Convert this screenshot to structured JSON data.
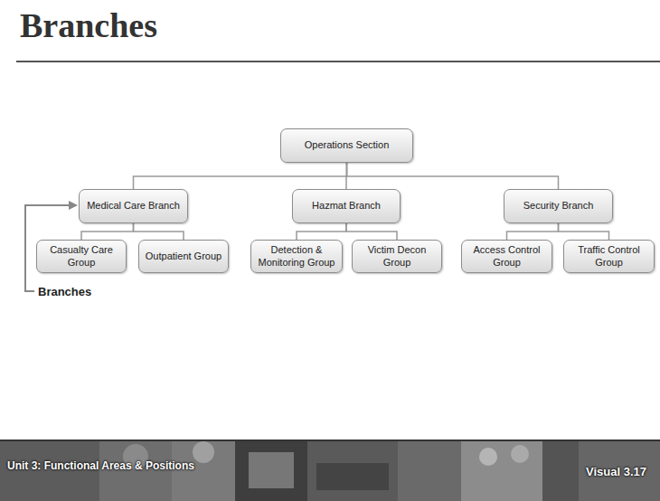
{
  "diagram": {
    "title": "Branches",
    "nodes": [
      {
        "text": [
          "Operations Section"
        ]
      },
      {
        "text": [
          "Medical Care Branch"
        ]
      },
      {
        "text": [
          "Hazmat Branch"
        ]
      },
      {
        "text": [
          "Security Branch"
        ]
      },
      {
        "text": [
          "Casualty Care Group"
        ]
      },
      {
        "text": [
          "Outpatient Group"
        ]
      },
      {
        "text": [
          "Detection & Monitoring Group"
        ]
      },
      {
        "text": [
          "Victim Decon Group"
        ]
      },
      {
        "text": [
          "Access Control Group"
        ]
      },
      {
        "text": [
          "Traffic Control Group"
        ]
      }
    ],
    "edges": [
      {
        "from": 0,
        "to": 1,
        "arrow": "none"
      },
      {
        "from": 0,
        "to": 2,
        "arrow": "none"
      },
      {
        "from": 0,
        "to": 3,
        "arrow": "none"
      },
      {
        "from": 1,
        "to": 4,
        "arrow": "none"
      },
      {
        "from": 1,
        "to": 5,
        "arrow": "none"
      },
      {
        "from": 2,
        "to": 6,
        "arrow": "none"
      },
      {
        "from": 2,
        "to": 7,
        "arrow": "none"
      },
      {
        "from": 3,
        "to": 8,
        "arrow": "none"
      },
      {
        "from": 3,
        "to": 9,
        "arrow": "none"
      }
    ],
    "labels": [
      "Branches",
      "Unit 3: Functional Areas & Positions",
      "Visual 3.17"
    ]
  }
}
